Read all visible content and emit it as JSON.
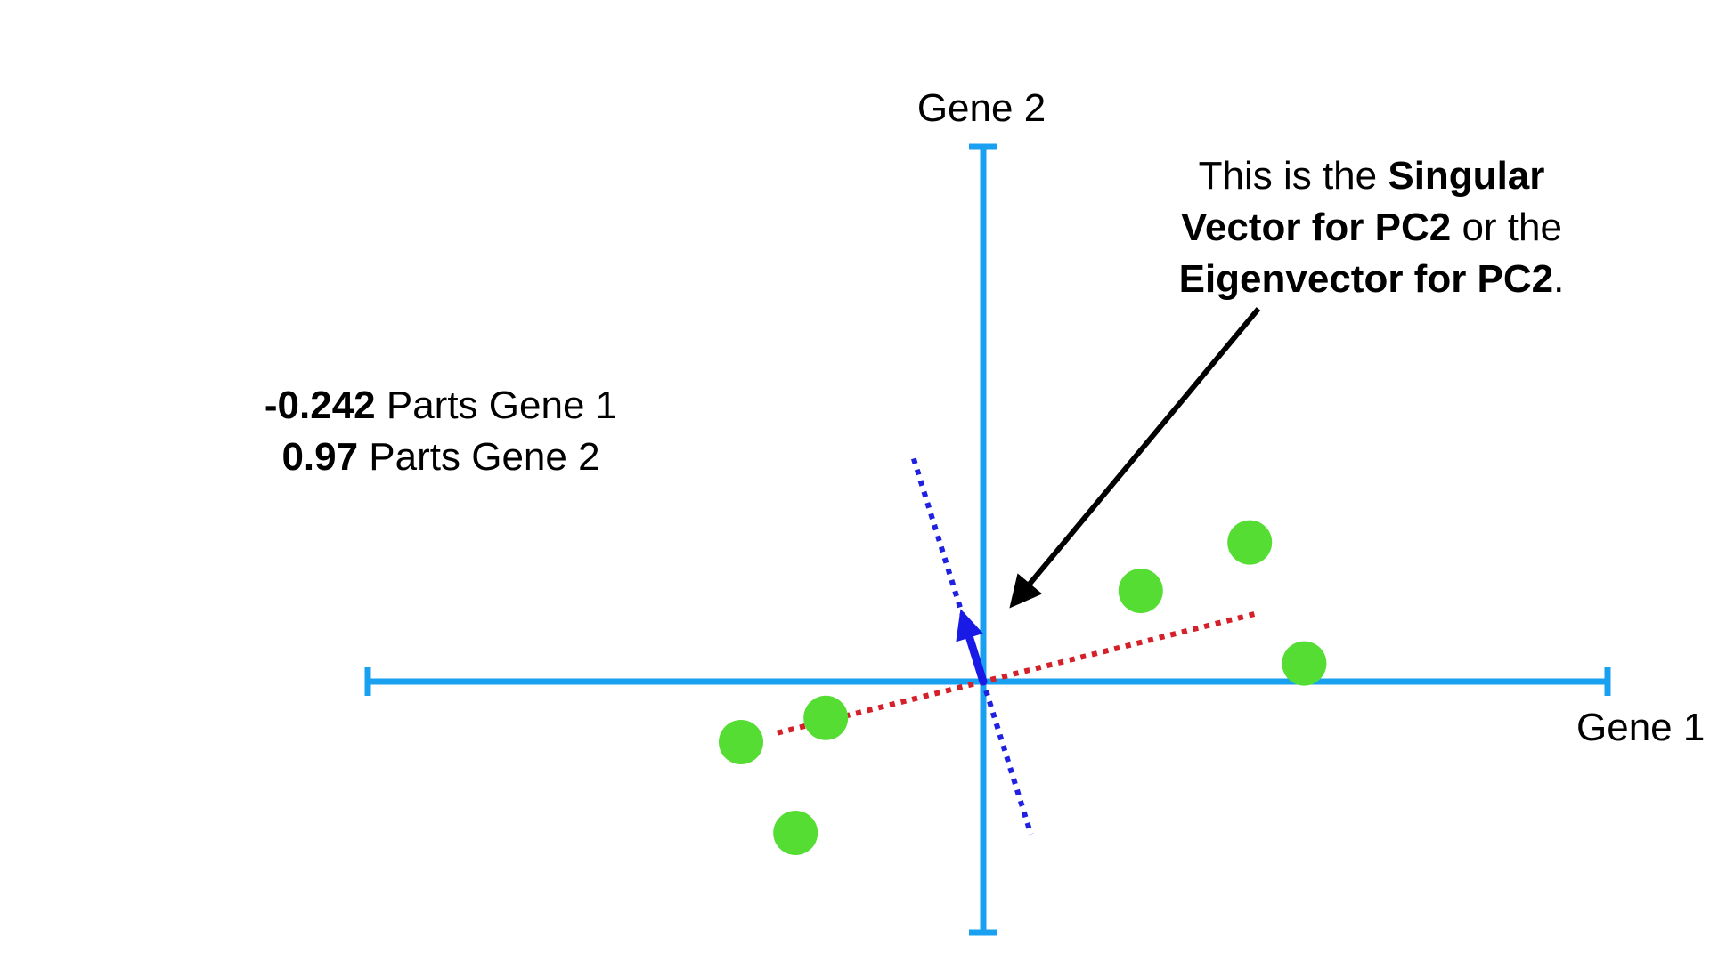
{
  "axes": {
    "x_label": "Gene 1",
    "y_label": "Gene 2",
    "color": "#1aa0f0"
  },
  "vector_loadings": {
    "line1_value": "-0.242",
    "line1_text": " Parts Gene 1",
    "line2_value": "0.97",
    "line2_text": " Parts Gene 2"
  },
  "callout": {
    "line1_plain": "This is the ",
    "line1_bold": "Singular",
    "line2_bold": "Vector for PC2",
    "line2_plain": " or the",
    "line3_bold": "Eigenvector for PC2",
    "line3_plain": "."
  },
  "colors": {
    "points": "#55dd33",
    "pc1_line": "#d42028",
    "pc2_line": "#2020e0",
    "pc2_vector": "#1a1ae6",
    "callout_arrow": "#000000"
  },
  "points": [
    {
      "x": -2.0,
      "y": -0.5
    },
    {
      "x": -1.3,
      "y": -0.3
    },
    {
      "x": -1.55,
      "y": -1.25
    },
    {
      "x": 1.3,
      "y": 0.75
    },
    {
      "x": 2.2,
      "y": 1.15
    },
    {
      "x": 2.65,
      "y": 0.15
    }
  ],
  "pc1_direction": {
    "gene1": 0.97,
    "gene2": 0.242
  },
  "pc2_direction": {
    "gene1": -0.242,
    "gene2": 0.97
  }
}
